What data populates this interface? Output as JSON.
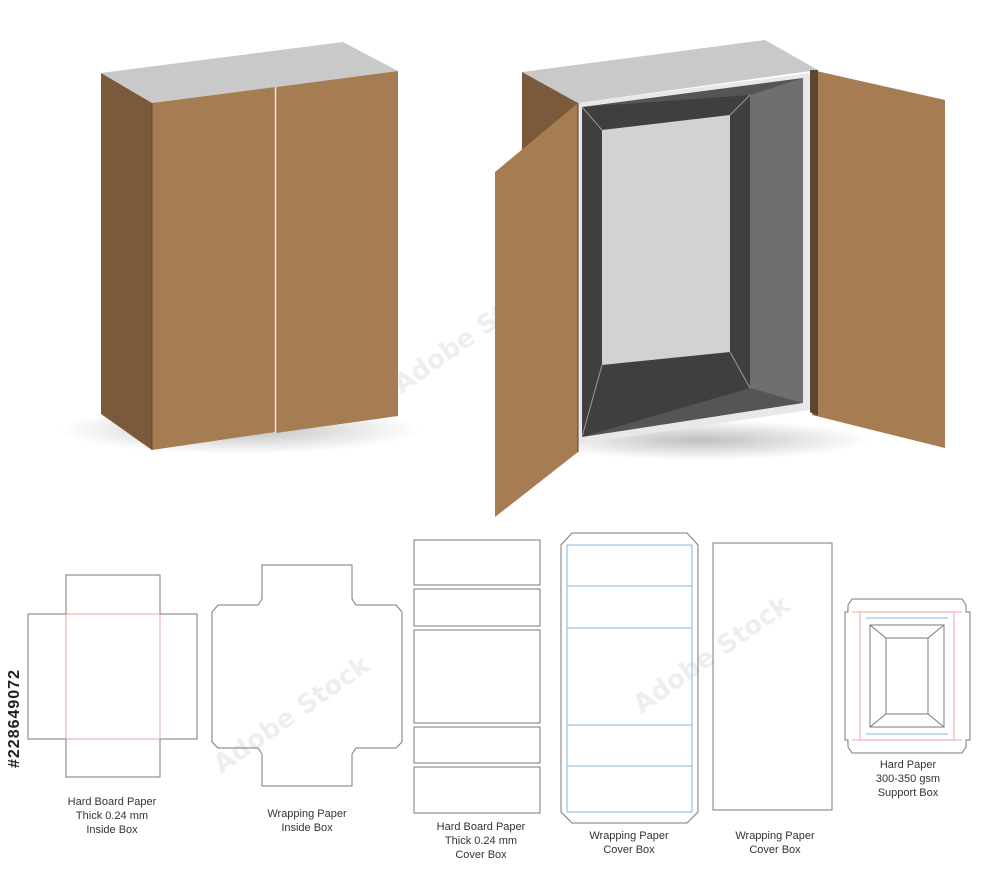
{
  "stock_id": "#228649072",
  "watermark": "Adobe Stock",
  "colors": {
    "kraft_front": "#a67c52",
    "kraft_side": "#7a5a3a",
    "kraft_inner": "#5e4530",
    "tray_top": "#c9c9c9",
    "tray_dark": "#555555",
    "tray_floor": "#d2d2d2",
    "dieline": "#7a7a7a",
    "fold_red": "#f0a0a0",
    "fold_blue": "#7ab8ea"
  },
  "labels": {
    "inside_box_board": [
      "Hard Board Paper",
      "Thick 0.24 mm",
      "Inside Box"
    ],
    "inside_box_wrap": [
      "Wrapping Paper",
      "Inside Box"
    ],
    "cover_box_board": [
      "Hard Board Paper",
      "Thick 0.24 mm",
      "Cover Box"
    ],
    "cover_box_wrap_a": [
      "Wrapping Paper",
      "Cover Box"
    ],
    "cover_box_wrap_b": [
      "Wrapping Paper",
      "Cover Box"
    ],
    "support_box": [
      "Hard  Paper",
      "300-350 gsm",
      "Support Box"
    ]
  }
}
